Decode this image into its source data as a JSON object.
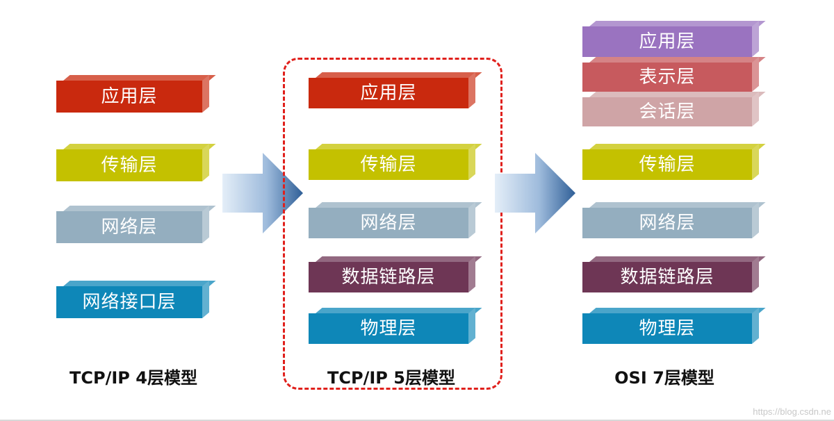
{
  "columns": [
    {
      "title": "TCP/IP 4层模型",
      "layers": [
        {
          "label": "应用层",
          "color": "#c9290e"
        },
        {
          "label": "传输层",
          "color": "#c4c100"
        },
        {
          "label": "网络层",
          "color": "#94aebf"
        },
        {
          "label": "网络接口层",
          "color": "#0e87b8"
        }
      ]
    },
    {
      "title": "TCP/IP 5层模型",
      "layers": [
        {
          "label": "应用层",
          "color": "#c9290e"
        },
        {
          "label": "传输层",
          "color": "#c4c100"
        },
        {
          "label": "网络层",
          "color": "#94aebf"
        },
        {
          "label": "数据链路层",
          "color": "#6e3655"
        },
        {
          "label": "物理层",
          "color": "#0e87b8"
        }
      ]
    },
    {
      "title": "OSI 7层模型",
      "layers": [
        {
          "label": "应用层",
          "color": "#9a73c0"
        },
        {
          "label": "表示层",
          "color": "#c75a5e"
        },
        {
          "label": "会话层",
          "color": "#cfa4a6"
        },
        {
          "label": "传输层",
          "color": "#c4c100"
        },
        {
          "label": "网络层",
          "color": "#94aebf"
        },
        {
          "label": "数据链路层",
          "color": "#6e3655"
        },
        {
          "label": "物理层",
          "color": "#0e87b8"
        }
      ]
    }
  ],
  "arrow_color": "#3f72a8",
  "highlight_color": "#e0201c",
  "watermark": "https://blog.csdn.ne"
}
